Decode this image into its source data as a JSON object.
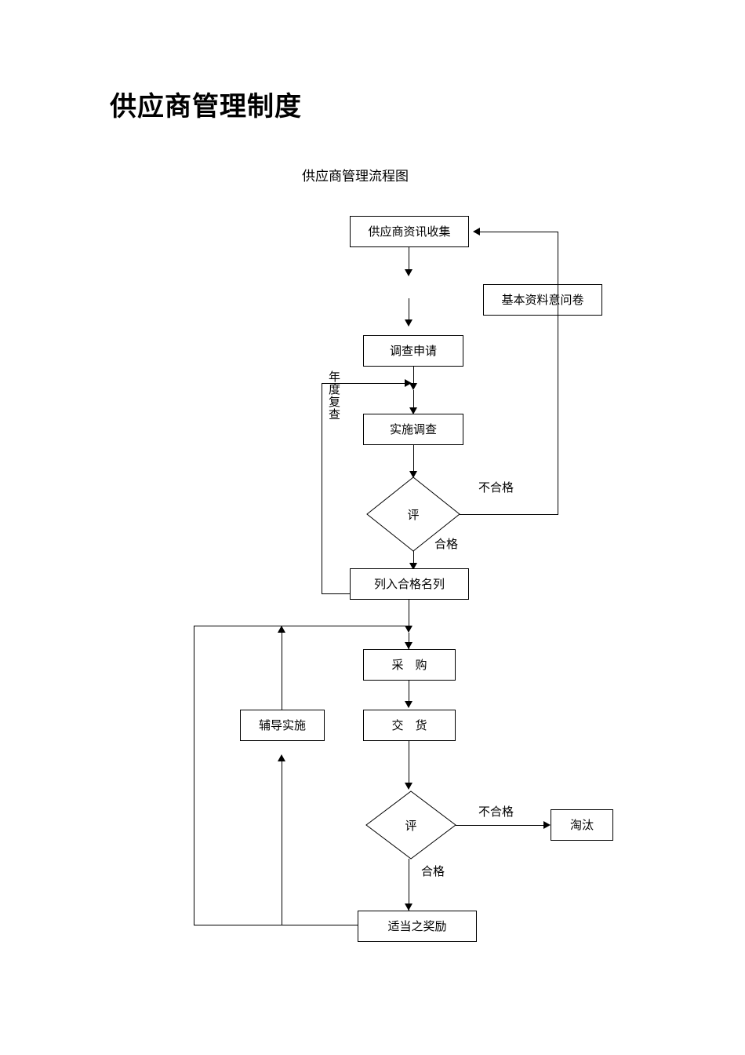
{
  "document": {
    "title": "供应商管理制度"
  },
  "diagram": {
    "title": "供应商管理流程图",
    "type": "flowchart",
    "nodes": [
      {
        "id": "n1",
        "label": "供应商资讯收集",
        "shape": "rect"
      },
      {
        "id": "n2",
        "label": "基本资料意问卷",
        "shape": "rect"
      },
      {
        "id": "n3",
        "label": "调查申请",
        "shape": "rect"
      },
      {
        "id": "n4",
        "label": "实施调查",
        "shape": "rect"
      },
      {
        "id": "n5",
        "label": "评",
        "shape": "diamond"
      },
      {
        "id": "n6",
        "label": "列入合格名列",
        "shape": "rect"
      },
      {
        "id": "n7",
        "label": "采　购",
        "shape": "rect"
      },
      {
        "id": "n8",
        "label": "交　货",
        "shape": "rect"
      },
      {
        "id": "n9",
        "label": "辅导实施",
        "shape": "rect"
      },
      {
        "id": "n10",
        "label": "评",
        "shape": "diamond"
      },
      {
        "id": "n11",
        "label": "淘汰",
        "shape": "rect"
      },
      {
        "id": "n12",
        "label": "适当之奖励",
        "shape": "rect"
      }
    ],
    "edge_labels": [
      {
        "id": "e1",
        "label": "不合格"
      },
      {
        "id": "e2",
        "label": "合格"
      },
      {
        "id": "e3",
        "label": "年度复查"
      },
      {
        "id": "e4",
        "label": "不合格"
      },
      {
        "id": "e5",
        "label": "合格"
      }
    ]
  }
}
